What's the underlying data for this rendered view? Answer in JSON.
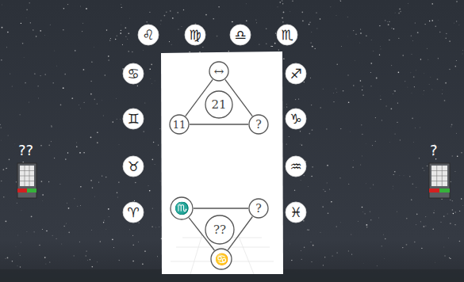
{
  "diagram": {
    "nodes": [
      {
        "text": [
          "♌"
        ]
      },
      {
        "text": [
          "♍"
        ]
      },
      {
        "text": [
          "♎"
        ]
      },
      {
        "text": [
          "♏"
        ]
      },
      {
        "text": [
          "♋"
        ]
      },
      {
        "text": [
          "♊"
        ]
      },
      {
        "text": [
          "♉"
        ]
      },
      {
        "text": [
          "♈"
        ]
      },
      {
        "text": [
          "↔"
        ]
      },
      {
        "text": [
          "21"
        ]
      },
      {
        "text": [
          "11"
        ]
      },
      {
        "text": [
          "?"
        ]
      },
      {
        "text": [
          "♏"
        ]
      },
      {
        "text": [
          "?"
        ]
      },
      {
        "text": [
          "??"
        ]
      },
      {
        "text": [
          "♋"
        ]
      },
      {
        "text": [
          "♐"
        ]
      },
      {
        "text": [
          "♑"
        ]
      },
      {
        "text": [
          "♒"
        ]
      },
      {
        "text": [
          "♓"
        ]
      }
    ],
    "edges": [
      {
        "from": 8,
        "to": 10,
        "arrow": "none"
      },
      {
        "from": 8,
        "to": 11,
        "arrow": "none"
      },
      {
        "from": 10,
        "to": 11,
        "arrow": "none"
      },
      {
        "from": 12,
        "to": 13,
        "arrow": "none"
      },
      {
        "from": 12,
        "to": 15,
        "arrow": "none"
      },
      {
        "from": 13,
        "to": 15,
        "arrow": "none"
      }
    ],
    "labels": [
      "??",
      "?"
    ]
  }
}
